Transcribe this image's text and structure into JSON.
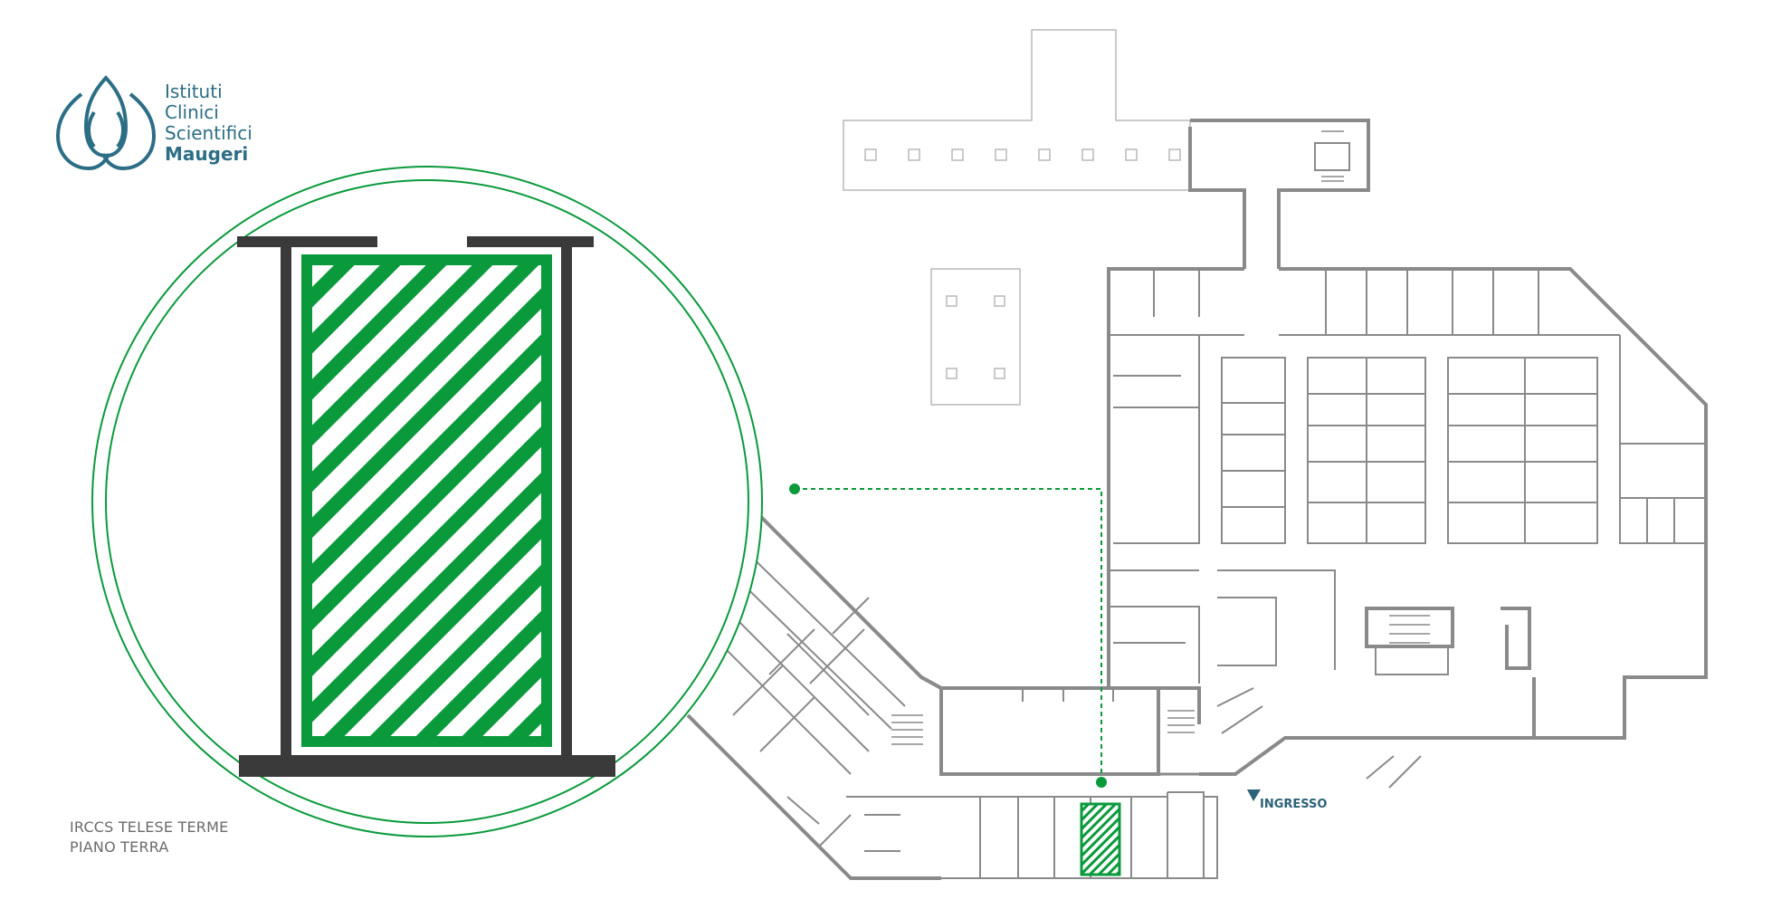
{
  "logo": {
    "line1": "Istituti",
    "line2": "Clinici",
    "line3": "Scientifici",
    "brand": "Maugeri",
    "icon": "lotus-drop-logo-icon",
    "color": "#2c6e85"
  },
  "caption": {
    "line1": "IRCCS TELESE TERME",
    "line2": "PIANO TERRA"
  },
  "entrance": {
    "label": "INGRESSO",
    "icon": "entrance-arrow-icon",
    "color": "#2a6279"
  },
  "highlight": {
    "color": "#0a9a3c",
    "pattern": "diagonal-stripes",
    "icon": "magnifier-circle"
  },
  "colors": {
    "wall": "#8a8a8a",
    "wall_light": "#b9b9b9",
    "zoom_wall": "#3a3a3a"
  }
}
